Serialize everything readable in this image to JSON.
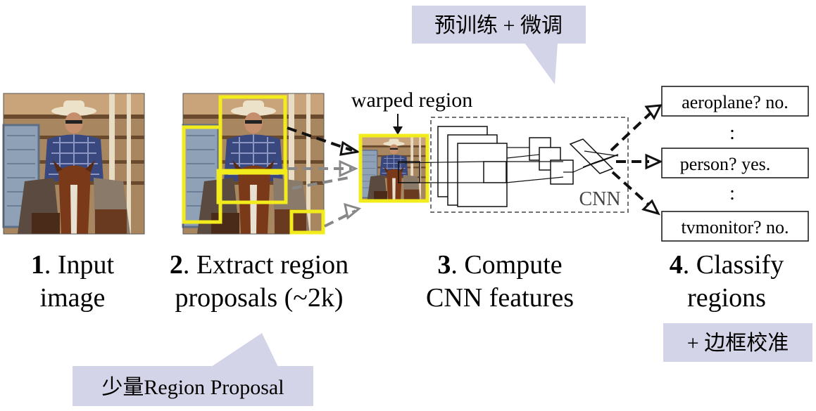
{
  "callouts": {
    "pretrain": "预训练 + 微调",
    "bbox": "+ 边框校准",
    "proposals": "少量Region Proposal"
  },
  "labels": {
    "warped": "warped region",
    "cnn": "CNN"
  },
  "steps": [
    {
      "num": "1",
      "line1": ". Input",
      "line2": "image"
    },
    {
      "num": "2",
      "line1": ". Extract region",
      "line2": "proposals (~2k)"
    },
    {
      "num": "3",
      "line1": ". Compute",
      "line2": "CNN features"
    },
    {
      "num": "4",
      "line1": ". Classify",
      "line2": "regions"
    }
  ],
  "classes": [
    {
      "text": "aeroplane? no."
    },
    {
      "text": "person? yes."
    },
    {
      "text": "tvmonitor? no."
    }
  ],
  "ellipsis": ":",
  "colors": {
    "callout_bg": "#d4d4e8",
    "proposal_box": "#f2ec1c",
    "photo_fence": "#9a7a54",
    "photo_shirt": "#3a4880",
    "photo_horse": "#7a3a1a"
  }
}
